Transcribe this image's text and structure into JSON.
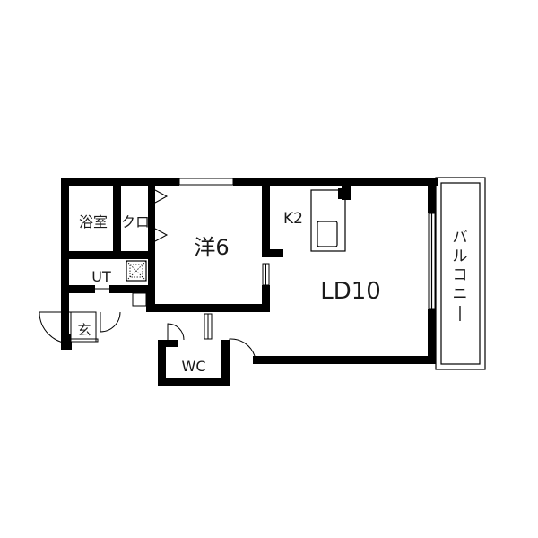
{
  "floor_plan": {
    "rooms": {
      "bath": "浴室",
      "closet": "クロ",
      "western_room": "洋6",
      "kitchen": "K2",
      "living_dining": "LD10",
      "utility": "UT",
      "entrance": "玄",
      "toilet": "WC",
      "balcony": "バルコニー"
    }
  }
}
